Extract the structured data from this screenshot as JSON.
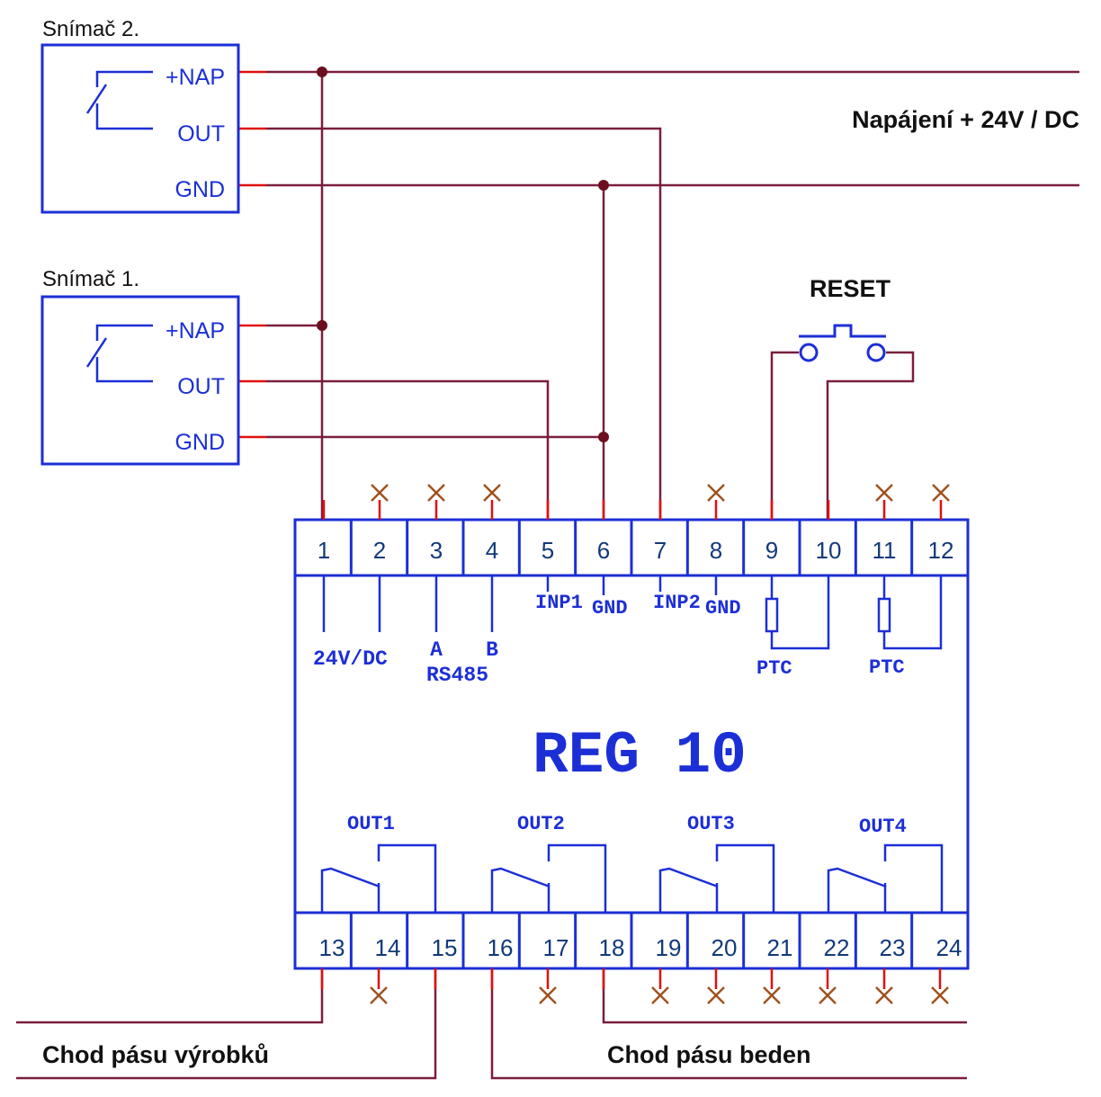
{
  "colors": {
    "box": "#1c2fd6",
    "wire": "#7a1e3c",
    "stub": "#e01010",
    "node": "#6b0f1e",
    "cross": "#a0521e",
    "terminal_text": "#123a7a",
    "mono_text": "#1c2fd6",
    "black": "#111111"
  },
  "sensor2": {
    "title": "Snímač 2.",
    "pins": [
      "+NAP",
      "OUT",
      "GND"
    ]
  },
  "sensor1": {
    "title": "Snímač 1.",
    "pins": [
      "+NAP",
      "OUT",
      "GND"
    ]
  },
  "power_label": "Napájení + 24V / DC",
  "reset_label": "RESET",
  "module": {
    "name": "REG 10",
    "top_terminals": [
      "1",
      "2",
      "3",
      "4",
      "5",
      "6",
      "7",
      "8",
      "9",
      "10",
      "11",
      "12"
    ],
    "bottom_terminals": [
      "13",
      "14",
      "15",
      "16",
      "17",
      "18",
      "19",
      "20",
      "21",
      "22",
      "23",
      "24"
    ],
    "labels": {
      "v24": "24V/DC",
      "a": "A",
      "b": "B",
      "rs485": "RS485",
      "inp1": "INP1",
      "gnd1": "GND",
      "inp2": "INP2",
      "gnd2": "GND",
      "ptc1": "PTC",
      "ptc2": "PTC"
    },
    "outputs": [
      "OUT1",
      "OUT2",
      "OUT3",
      "OUT4"
    ]
  },
  "belt_products": "Chod pásu výrobků",
  "belt_crates": "Chod pásu beden"
}
